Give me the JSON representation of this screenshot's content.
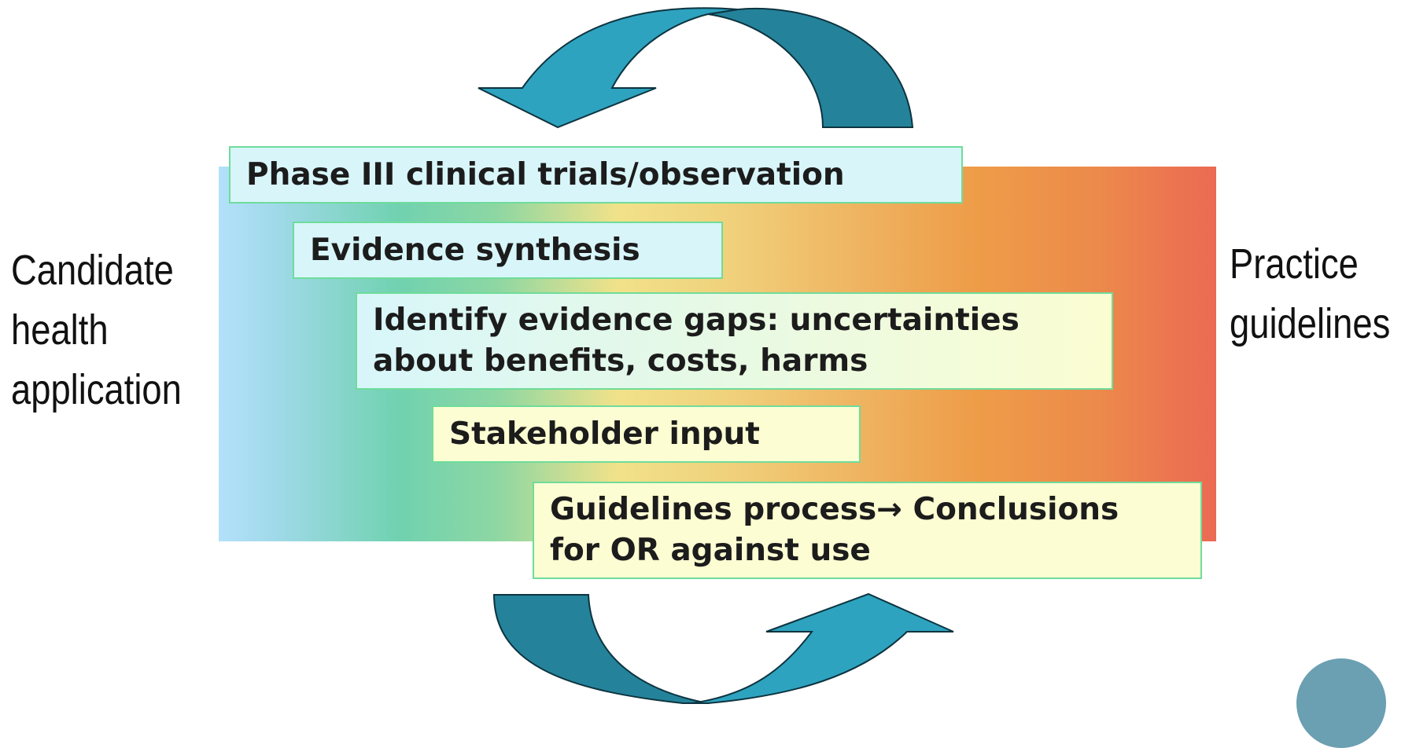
{
  "left_label": "Candidate\nhealth\napplication",
  "right_label": "Practice\nguidelines",
  "steps": [
    {
      "text": "Phase III clinical trials/observation"
    },
    {
      "text": "Evidence synthesis"
    },
    {
      "text": "Identify evidence gaps: uncertainties\nabout benefits, costs, harms"
    },
    {
      "text": "Stakeholder input"
    },
    {
      "text": "Guidelines process→ Conclusions\nfor OR against use"
    }
  ],
  "colors": {
    "arrow_light": "#2ea3bf",
    "arrow_dark": "#24839a",
    "box_border": "#6fdc9b",
    "box_cyan": "#d8f6fa",
    "box_cream": "#fcfdd2",
    "gradient_start": "#b3e1fb",
    "gradient_end": "#eb6a53",
    "logo": "#6b9fb2"
  },
  "icons": {
    "top_cycle_arrow": "curved-arrow-left-icon",
    "bottom_cycle_arrow": "curved-arrow-right-icon",
    "logo": "logo-circle-icon"
  }
}
